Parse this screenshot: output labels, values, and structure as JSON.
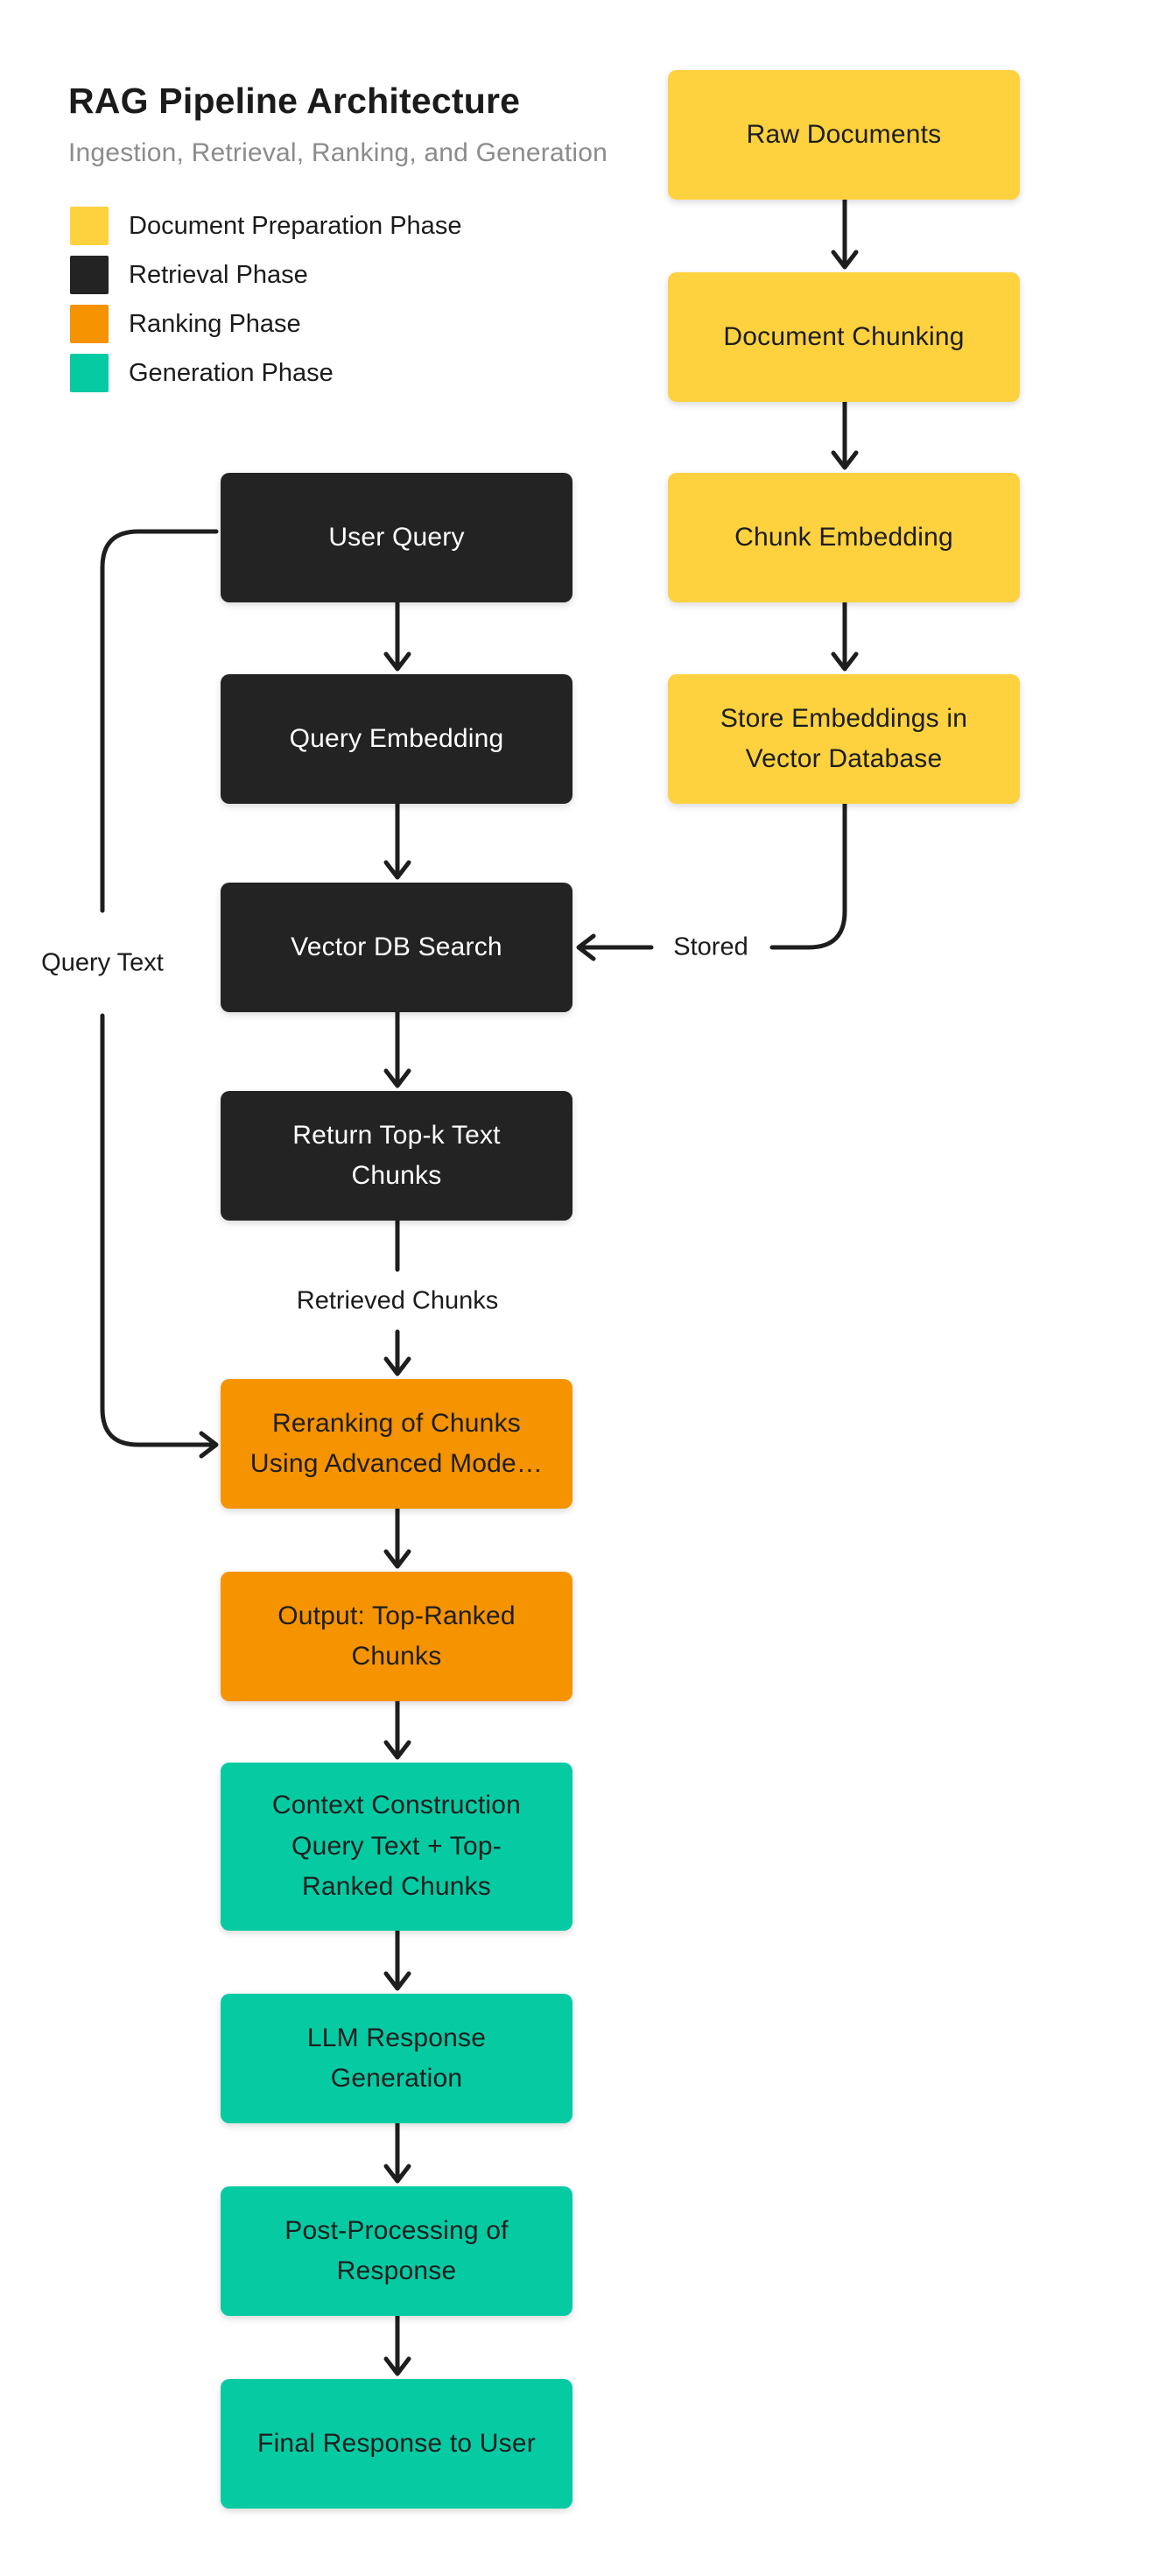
{
  "header": {
    "title": "RAG Pipeline Architecture",
    "subtitle": "Ingestion, Retrieval, Ranking, and Generation"
  },
  "legend": {
    "items": [
      {
        "label": "Document Preparation Phase",
        "color": "#FED23F",
        "phase": "document-preparation"
      },
      {
        "label": "Retrieval Phase",
        "color": "#232324",
        "phase": "retrieval"
      },
      {
        "label": "Ranking Phase",
        "color": "#F59300",
        "phase": "ranking"
      },
      {
        "label": "Generation Phase",
        "color": "#06CBA2",
        "phase": "generation"
      }
    ]
  },
  "diagram": {
    "right_column": [
      {
        "id": "raw-documents",
        "label": "Raw Documents",
        "phase": "document-preparation"
      },
      {
        "id": "document-chunking",
        "label": "Document Chunking",
        "phase": "document-preparation"
      },
      {
        "id": "chunk-embedding",
        "label": "Chunk Embedding",
        "phase": "document-preparation"
      },
      {
        "id": "store-embeddings",
        "label": "Store Embeddings in\nVector Database",
        "phase": "document-preparation"
      }
    ],
    "left_column": [
      {
        "id": "user-query",
        "label": "User Query",
        "phase": "retrieval"
      },
      {
        "id": "query-embedding",
        "label": "Query Embedding",
        "phase": "retrieval"
      },
      {
        "id": "vector-db-search",
        "label": "Vector DB Search",
        "phase": "retrieval"
      },
      {
        "id": "return-top-k-chunks",
        "label": "Return Top-k Text\nChunks",
        "phase": "retrieval"
      },
      {
        "id": "reranking-of-chunks",
        "label": "Reranking of Chunks\nUsing Advanced Mode…",
        "phase": "ranking"
      },
      {
        "id": "output-top-ranked-chunks",
        "label": "Output: Top-Ranked\nChunks",
        "phase": "ranking"
      },
      {
        "id": "context-construction",
        "label": "Context Construction\nQuery Text + Top-\nRanked Chunks",
        "phase": "generation"
      },
      {
        "id": "llm-response-generation",
        "label": "LLM Response\nGeneration",
        "phase": "generation"
      },
      {
        "id": "post-processing-of-response",
        "label": "Post-Processing of\nResponse",
        "phase": "generation"
      },
      {
        "id": "final-response-to-user",
        "label": "Final Response to User",
        "phase": "generation"
      }
    ],
    "edge_labels": {
      "query_text": "Query Text",
      "retrieved_chunks": "Retrieved Chunks",
      "stored": "Stored"
    }
  }
}
